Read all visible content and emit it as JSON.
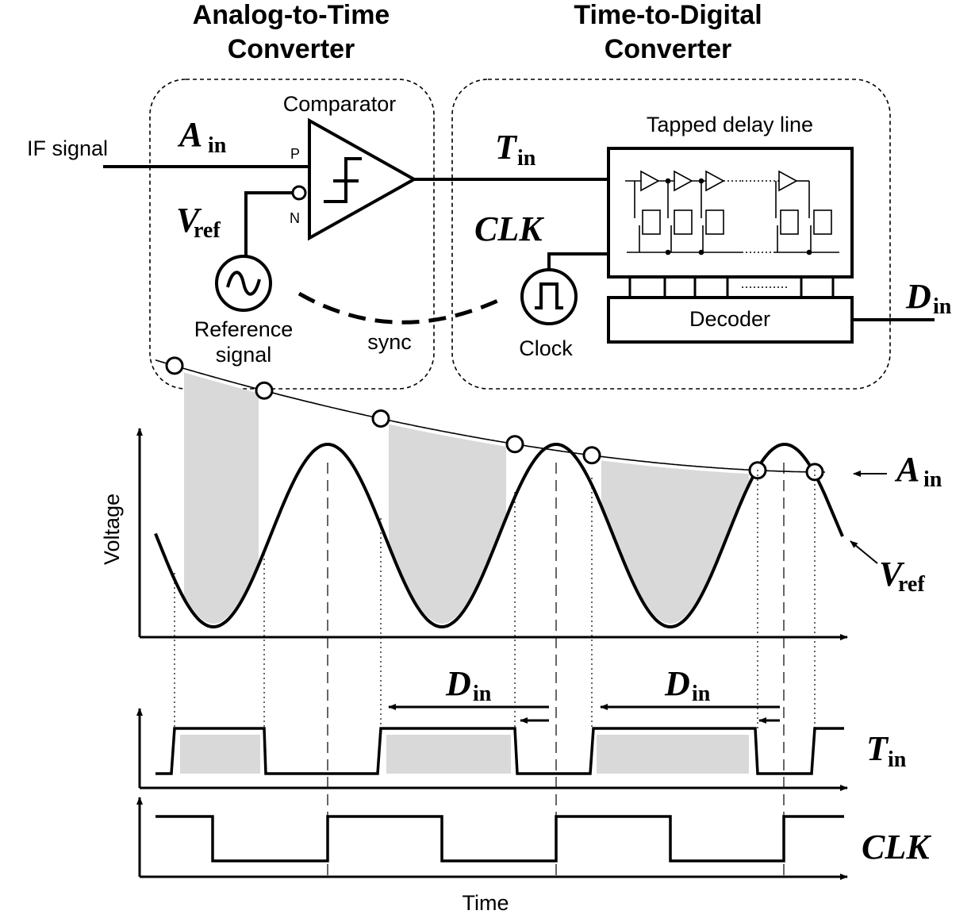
{
  "titles": {
    "atc": [
      "Analog-to-Time",
      "Converter"
    ],
    "tdc": [
      "Time-to-Digital",
      "Converter"
    ]
  },
  "labels": {
    "if_signal": "IF signal",
    "comparator": "Comparator",
    "pin_p": "P",
    "pin_n": "N",
    "reference_signal": [
      "Reference",
      "signal"
    ],
    "sync": "sync",
    "clock": "Clock",
    "tapped_delay_line": "Tapped delay line",
    "decoder": "Decoder",
    "voltage_axis": "Voltage",
    "time_axis": "Time"
  },
  "symbols": {
    "a_in": {
      "main": "A",
      "sub": "in"
    },
    "v_ref": {
      "main": "V",
      "sub": "ref"
    },
    "t_in": {
      "main": "T",
      "sub": "in"
    },
    "clk": {
      "main": "CLK"
    },
    "d_in": {
      "main": "D",
      "sub": "in"
    }
  }
}
